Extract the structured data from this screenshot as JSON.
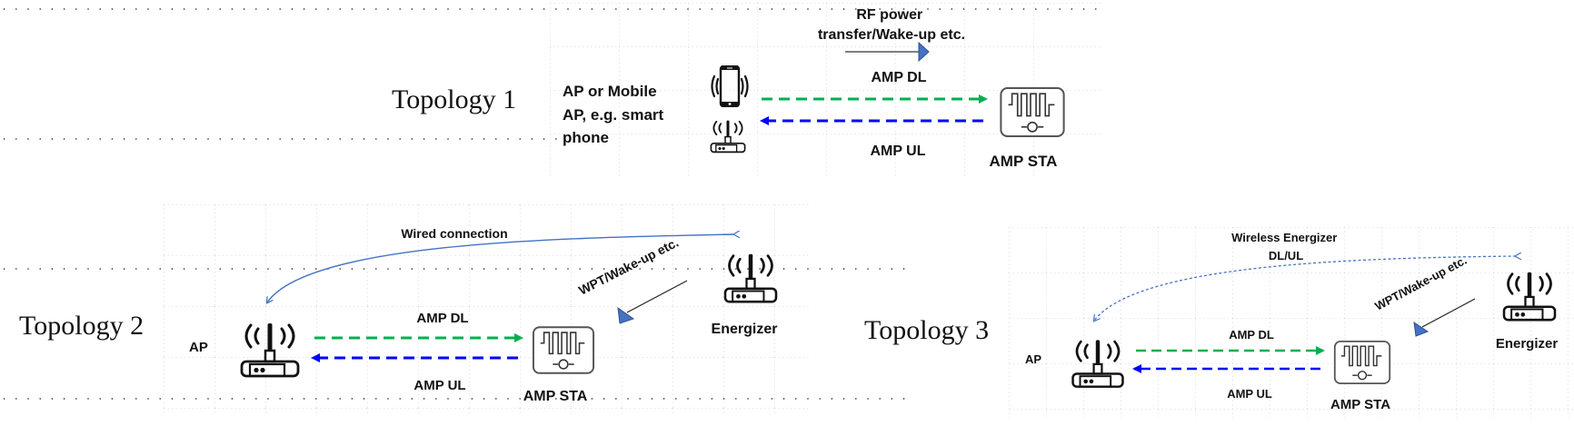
{
  "topologies": [
    {
      "title": "Topology 1",
      "device_label_lines": [
        "AP or Mobile",
        "AP, e.g. smart",
        "phone"
      ],
      "power_label_lines": [
        "RF power",
        "transfer/Wake-up etc."
      ],
      "dl_label": "AMP DL",
      "ul_label": "AMP UL",
      "sta_label": "AMP STA",
      "icons": [
        "smartphone-icon",
        "wifi-router-icon",
        "amp-sta-icon"
      ]
    },
    {
      "title": "Topology 2",
      "ap_label": "AP",
      "link_label": "Wired connection",
      "wpt_label": "WPT/Wake-up etc.",
      "energizer_label": "Energizer",
      "dl_label": "AMP DL",
      "ul_label": "AMP UL",
      "sta_label": "AMP STA",
      "icons": [
        "wifi-router-icon",
        "amp-sta-icon",
        "energizer-router-icon"
      ]
    },
    {
      "title": "Topology 3",
      "ap_label": "AP",
      "link_label_lines": [
        "Wireless Energizer",
        "DL/UL"
      ],
      "wpt_label": "WPT/Wake-up etc.",
      "energizer_label": "Energizer",
      "dl_label": "AMP DL",
      "ul_label": "AMP UL",
      "sta_label": "AMP STA",
      "icons": [
        "wifi-router-icon",
        "amp-sta-icon",
        "energizer-router-icon"
      ]
    }
  ],
  "colors": {
    "dl_arrow": "#00b050",
    "ul_arrow": "#0000ff",
    "link_arrow": "#4472c4",
    "wpt_arrowhead": "#4472c4",
    "icon_stroke": "#111111"
  }
}
